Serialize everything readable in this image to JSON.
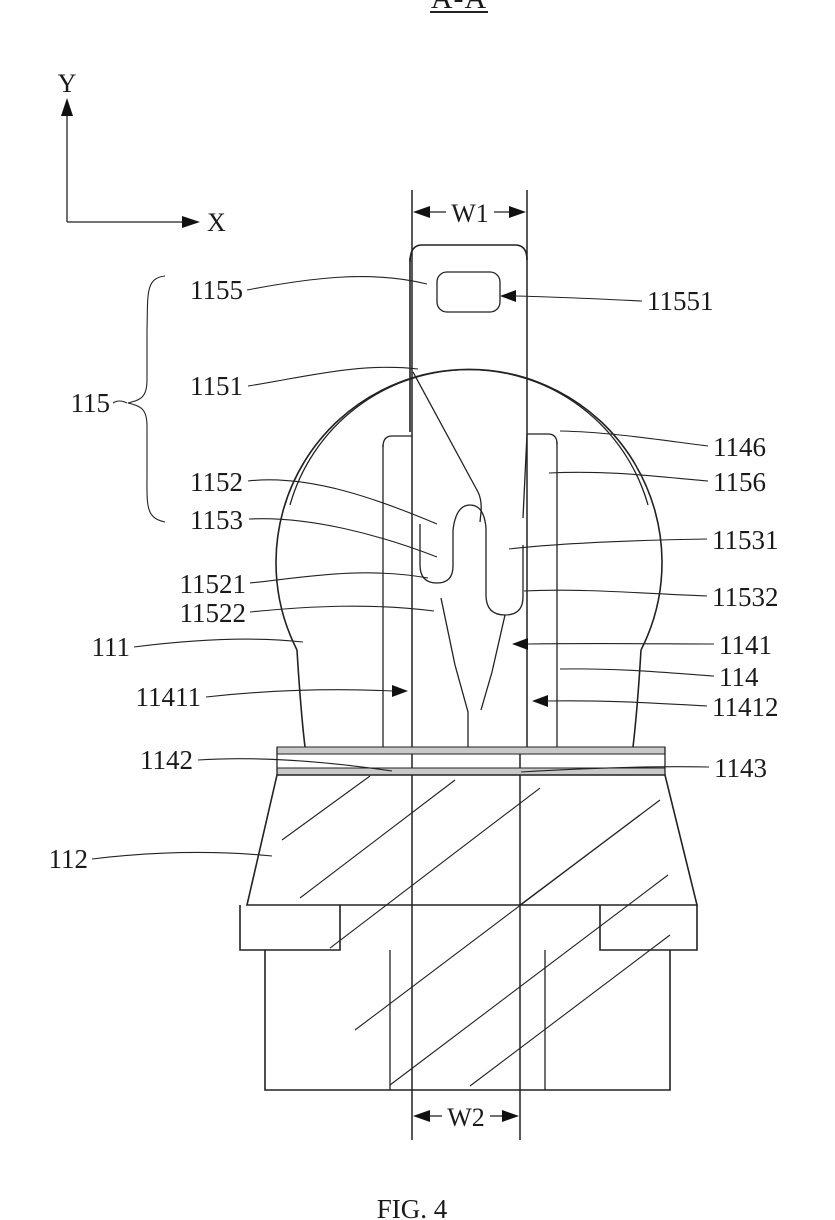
{
  "figure": {
    "section_title": "A-A",
    "caption": "FIG. 4"
  },
  "axes": {
    "x": "X",
    "y": "Y"
  },
  "dimensions": {
    "w1": "W1",
    "w2": "W2"
  },
  "ref_labels": {
    "n1155": "1155",
    "n11551": "11551",
    "n1151": "1151",
    "n115": "115",
    "n1152": "1152",
    "n1153": "1153",
    "n1146": "1146",
    "n1156": "1156",
    "n11531": "11531",
    "n11521": "11521",
    "n11522": "11522",
    "n11532": "11532",
    "n111": "111",
    "n1141": "1141",
    "n114": "114",
    "n11411": "11411",
    "n11412": "11412",
    "n1142": "1142",
    "n1143": "1143",
    "n112": "112"
  }
}
